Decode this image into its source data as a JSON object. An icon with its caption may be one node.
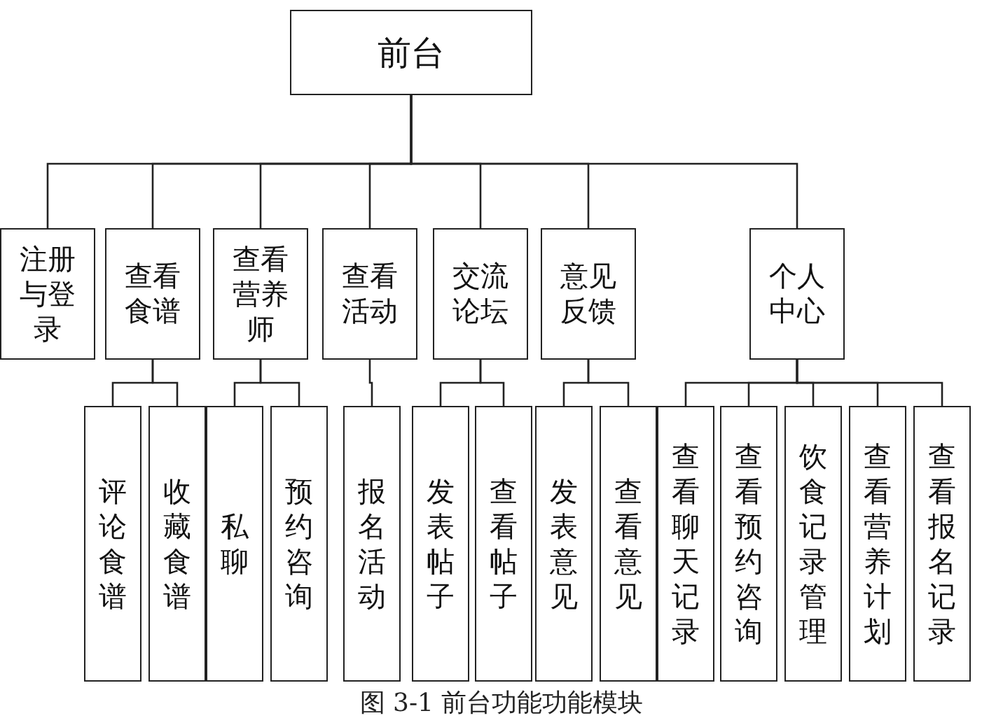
{
  "diagram": {
    "caption": "图 3-1 前台功能功能模块",
    "nodes": [
      {
        "text": [
          "前台"
        ]
      },
      {
        "text": [
          "注册与登录"
        ]
      },
      {
        "text": [
          "查看食谱"
        ]
      },
      {
        "text": [
          "查看营养师"
        ]
      },
      {
        "text": [
          "查看活动"
        ]
      },
      {
        "text": [
          "交流论坛"
        ]
      },
      {
        "text": [
          "意见反馈"
        ]
      },
      {
        "text": [
          "个人中心"
        ]
      },
      {
        "text": [
          "评论食谱"
        ]
      },
      {
        "text": [
          "收藏食谱"
        ]
      },
      {
        "text": [
          "私聊"
        ]
      },
      {
        "text": [
          "预约咨询"
        ]
      },
      {
        "text": [
          "报名活动"
        ]
      },
      {
        "text": [
          "发表帖子"
        ]
      },
      {
        "text": [
          "查看帖子"
        ]
      },
      {
        "text": [
          "发表意见"
        ]
      },
      {
        "text": [
          "查看意见"
        ]
      },
      {
        "text": [
          "查看聊天记录"
        ]
      },
      {
        "text": [
          "查看预约咨询"
        ]
      },
      {
        "text": [
          "饮食记录管理"
        ]
      },
      {
        "text": [
          "查看营养计划"
        ]
      },
      {
        "text": [
          "查看报名记录"
        ]
      }
    ],
    "edges": [
      {
        "from": 0,
        "to": 1,
        "arrow": "none"
      },
      {
        "from": 0,
        "to": 2,
        "arrow": "none"
      },
      {
        "from": 0,
        "to": 3,
        "arrow": "none"
      },
      {
        "from": 0,
        "to": 4,
        "arrow": "none"
      },
      {
        "from": 0,
        "to": 5,
        "arrow": "none"
      },
      {
        "from": 0,
        "to": 6,
        "arrow": "none"
      },
      {
        "from": 0,
        "to": 7,
        "arrow": "none"
      },
      {
        "from": 2,
        "to": 8,
        "arrow": "none"
      },
      {
        "from": 2,
        "to": 9,
        "arrow": "none"
      },
      {
        "from": 3,
        "to": 10,
        "arrow": "none"
      },
      {
        "from": 3,
        "to": 11,
        "arrow": "none"
      },
      {
        "from": 4,
        "to": 12,
        "arrow": "none"
      },
      {
        "from": 5,
        "to": 13,
        "arrow": "none"
      },
      {
        "from": 5,
        "to": 14,
        "arrow": "none"
      },
      {
        "from": 6,
        "to": 15,
        "arrow": "none"
      },
      {
        "from": 6,
        "to": 16,
        "arrow": "none"
      },
      {
        "from": 7,
        "to": 17,
        "arrow": "none"
      },
      {
        "from": 7,
        "to": 18,
        "arrow": "none"
      },
      {
        "from": 7,
        "to": 19,
        "arrow": "none"
      },
      {
        "from": 7,
        "to": 20,
        "arrow": "none"
      },
      {
        "from": 7,
        "to": 21,
        "arrow": "none"
      }
    ]
  }
}
